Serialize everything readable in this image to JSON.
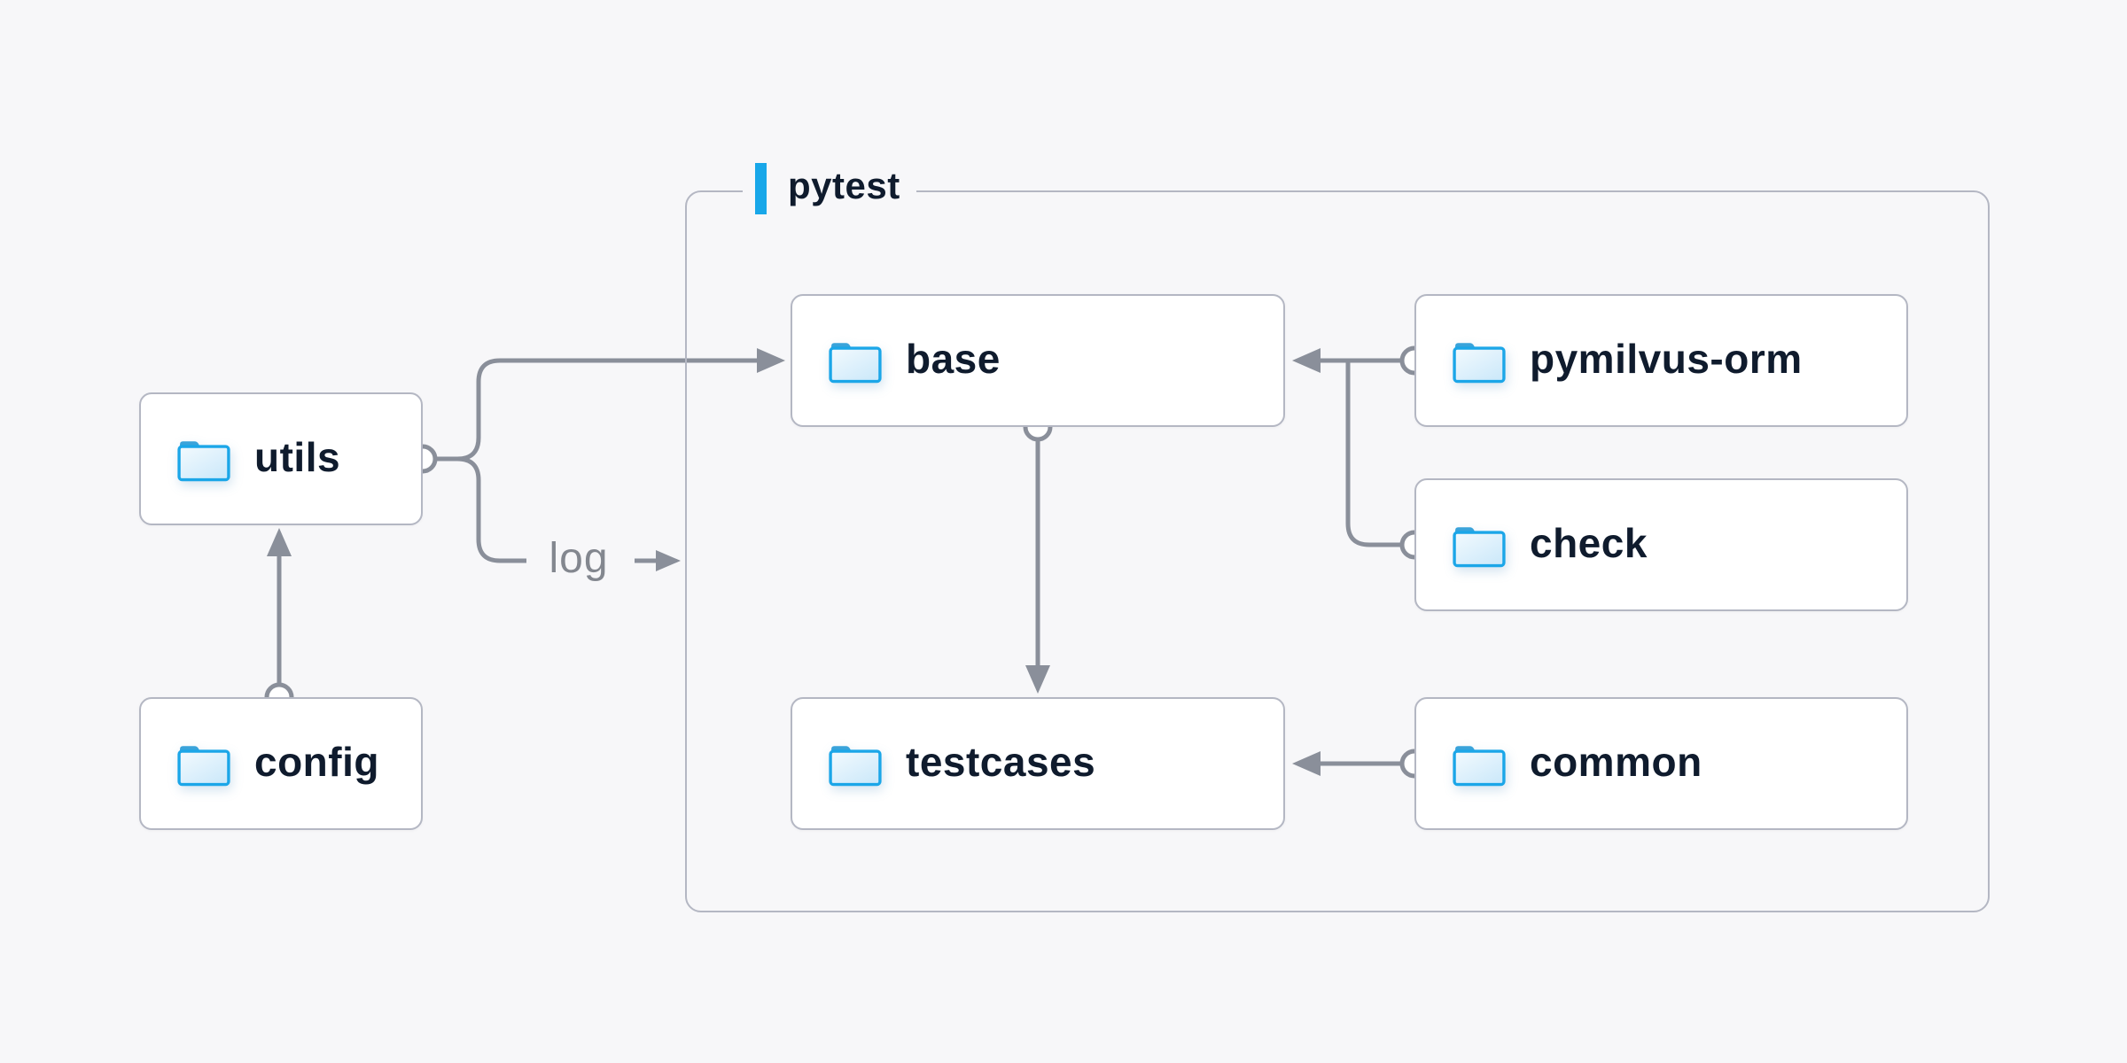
{
  "diagram": {
    "group": {
      "label": "pytest"
    },
    "nodes": {
      "utils": {
        "label": "utils"
      },
      "config": {
        "label": "config"
      },
      "base": {
        "label": "base"
      },
      "pymilvus_orm": {
        "label": "pymilvus-orm"
      },
      "check": {
        "label": "check"
      },
      "testcases": {
        "label": "testcases"
      },
      "common": {
        "label": "common"
      }
    },
    "edges": {
      "log_label": "log",
      "relations": [
        {
          "from": "config",
          "to": "utils",
          "type": "arrow"
        },
        {
          "from": "utils",
          "to": "base",
          "type": "arrow"
        },
        {
          "from": "utils",
          "to": "pytest-group",
          "type": "arrow",
          "label": "log"
        },
        {
          "from": "pymilvus-orm",
          "to": "base",
          "type": "arrow"
        },
        {
          "from": "check",
          "to": "base",
          "type": "arrow"
        },
        {
          "from": "base",
          "to": "testcases",
          "type": "arrow"
        },
        {
          "from": "common",
          "to": "testcases",
          "type": "arrow"
        }
      ]
    },
    "colors": {
      "background": "#f7f7f9",
      "node_background": "#ffffff",
      "border_gray": "#b4b7c3",
      "connector_gray": "#8a8f9a",
      "text_navy": "#0f1b2d",
      "log_text_gray": "#83878f",
      "accent_blue": "#18a7e9",
      "folder_stroke_blue": "#1ba6e8",
      "folder_tab_blue": "#3aa3da",
      "folder_fill_light": "#eef8fe",
      "folder_fill_dark": "#cde9fa"
    }
  }
}
